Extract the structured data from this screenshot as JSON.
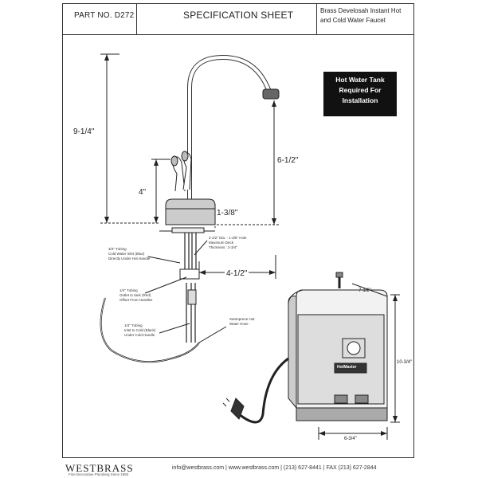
{
  "header": {
    "part_label": "PART NO.  D272",
    "title": "SPECIFICATION SHEET",
    "description_line1": "Brass Develosah Instant Hot",
    "description_line2": "and Cold Water Faucet"
  },
  "notice": {
    "line1": "Hot Water Tank",
    "line2": "Required For",
    "line3": "Installation"
  },
  "dimensions": {
    "overall_height": "9-1/4\"",
    "spout_height": "6-1/2\"",
    "handle_height": "4\"",
    "base_width": "1-3/8\"",
    "reach": "4-1/2\"",
    "tank_depth": "7-1/2\"",
    "tank_height": "10-3/4\"",
    "tank_width": "6-3/4\""
  },
  "notes": {
    "hole": [
      "2-1/2\" Dia. - 1-3/8\" Hole",
      "Maximum Deck",
      "Thickness : 2-3/4\""
    ],
    "cold_inlet": [
      "3/4\" Tubing",
      "Cold Water Inlet (Blue)",
      "Directly Under Hot Handle"
    ],
    "outlet_red": [
      "1/4\" Tubing",
      "Outlet to tank (Red)",
      "Offset From Handles"
    ],
    "inlet_black": [
      "1/4\" Tubing",
      "Inlet to Cold (Black)",
      "Under Cold Handle"
    ],
    "hose": [
      "Santoprene Hot",
      "Water Hose"
    ]
  },
  "tank": {
    "brand_label": "HotMaster"
  },
  "footer": {
    "logo": "WESTBRASS",
    "tagline": "Fine Decorative Plumbing Since 1950",
    "contact": "info@westbrass.com  |  www.westbrass.com  |   (213) 627-8441   |   FAX (213) 627-2844"
  }
}
